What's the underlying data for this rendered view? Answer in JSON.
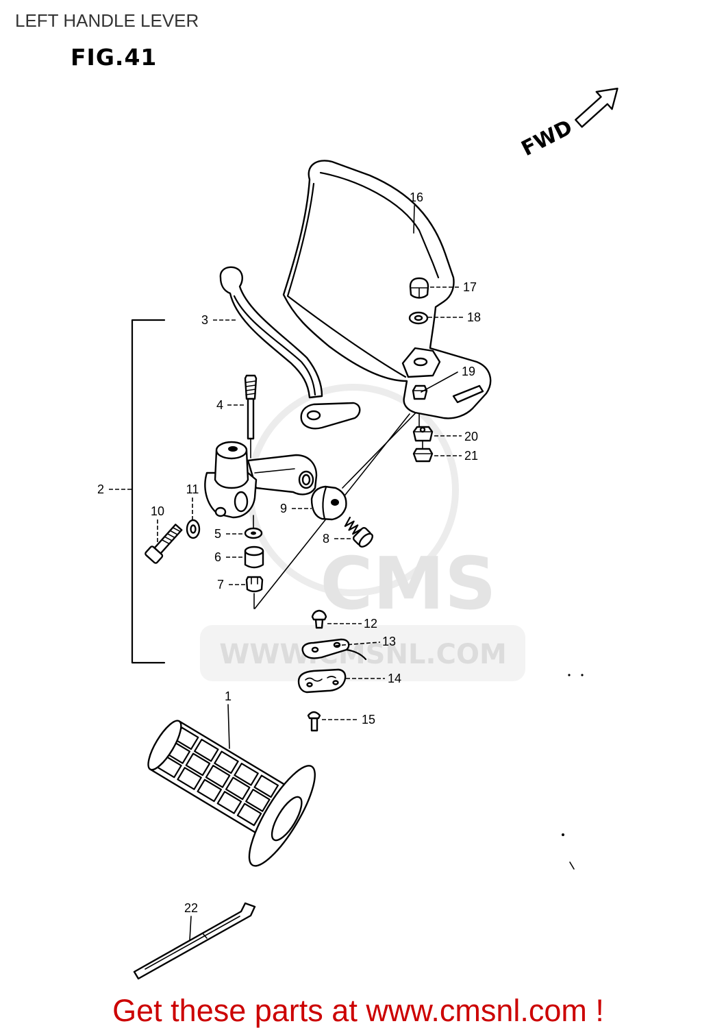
{
  "header": {
    "title": "LEFT HANDLE LEVER",
    "figure": "FIG.41"
  },
  "direction": {
    "label": "FWD",
    "icon": "forward-arrow-icon"
  },
  "parts": [
    {
      "number": "1"
    },
    {
      "number": "2"
    },
    {
      "number": "3"
    },
    {
      "number": "4"
    },
    {
      "number": "5"
    },
    {
      "number": "6"
    },
    {
      "number": "7"
    },
    {
      "number": "8"
    },
    {
      "number": "9"
    },
    {
      "number": "10"
    },
    {
      "number": "11"
    },
    {
      "number": "12"
    },
    {
      "number": "13"
    },
    {
      "number": "14"
    },
    {
      "number": "15"
    },
    {
      "number": "16"
    },
    {
      "number": "17"
    },
    {
      "number": "18"
    },
    {
      "number": "19"
    },
    {
      "number": "20"
    },
    {
      "number": "21"
    },
    {
      "number": "22"
    }
  ],
  "watermark": {
    "logo": "CMS",
    "url": "WWW.CMSNL.COM"
  },
  "footer": {
    "text": "Get these parts at www.cmsnl.com !"
  },
  "colors": {
    "ink": "#000000",
    "title": "#333333",
    "footer": "#cc0000",
    "watermark": "#e0e0e0"
  }
}
